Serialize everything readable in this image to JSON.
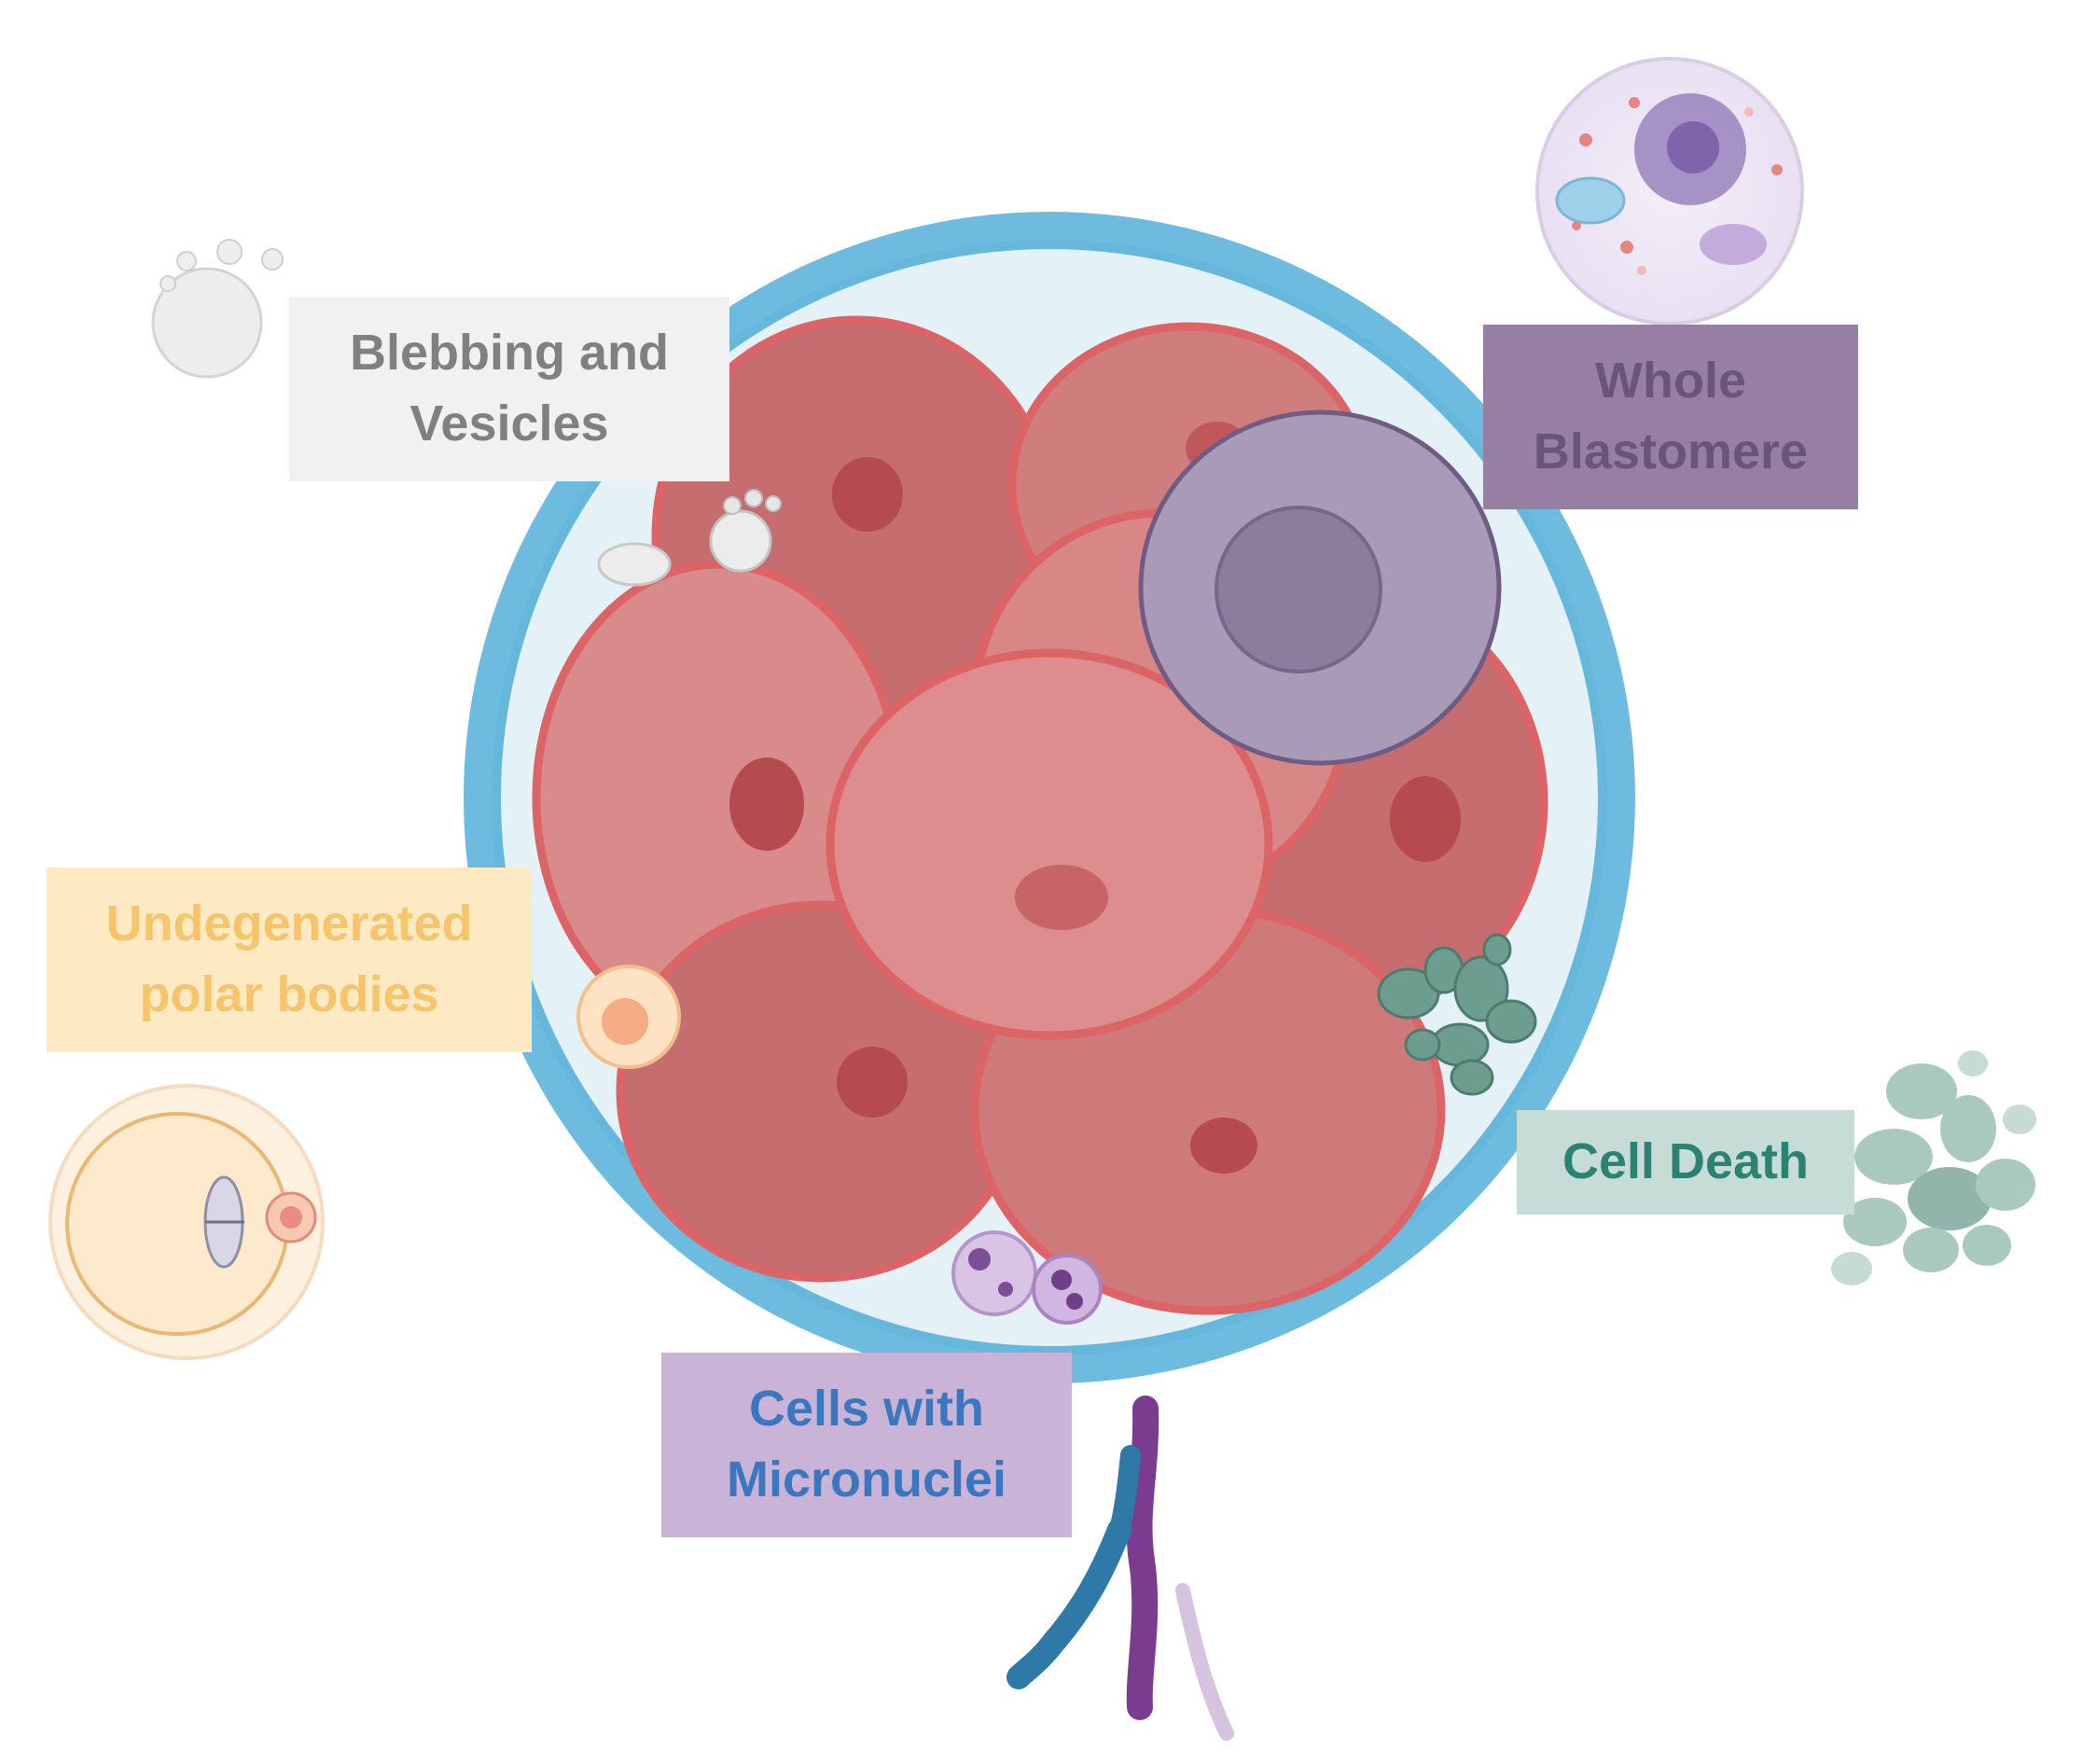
{
  "labels": {
    "blebbing": {
      "text": "Blebbing and\nVesicles",
      "bg": "#f1f1f1",
      "color": "#808080"
    },
    "whole_blastomere": {
      "text": "Whole\nBlastomere",
      "bg": "#977fa4",
      "color": "#6a5478"
    },
    "polar_bodies": {
      "text": "Undegenerated\npolar bodies",
      "bg": "#fde9c2",
      "color": "#f6c56b"
    },
    "cell_death": {
      "text": "Cell Death",
      "bg": "#c7dcd6",
      "color": "#2c8272"
    },
    "micronuclei": {
      "text": "Cells with\nMicronuclei",
      "bg": "#c9b4d8",
      "color": "#3b77bf"
    }
  },
  "colors": {
    "zona_pellucida": "#6dbcdf",
    "perivitelline_space": "#e0f0f7",
    "blastomere": "#cf7a7a",
    "blastomere_dark": "#c56a6a",
    "blastomere_border": "#d95f62",
    "nucleus": "#b5484c",
    "whole_blastomere_cell": "#a99ab8",
    "whole_blastomere_nucleus": "#8c7d9c",
    "cell_death_fragments": "#6d9d8f",
    "polar_body": "#f6c98d",
    "micronuclei_cells": "#cdb4dc",
    "chromosome_blue": "#2f79a8",
    "chromosome_purple": "#7b3b8f"
  },
  "icons": [
    "vesicle-cell-icon",
    "generic-cell-icon",
    "oocyte-icon",
    "dead-cell-fragments-icon",
    "chromosome-icon"
  ]
}
